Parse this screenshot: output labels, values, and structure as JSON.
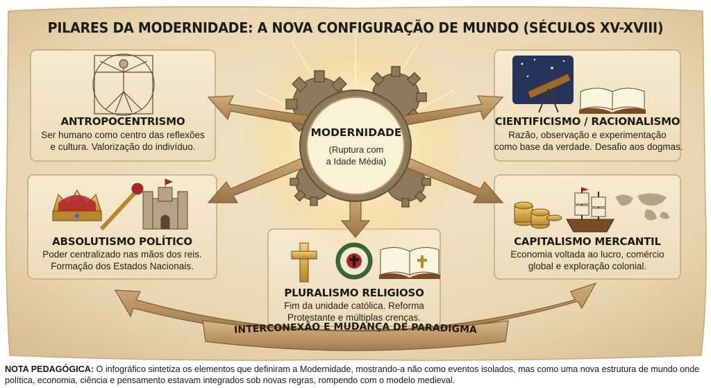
{
  "title": "PILARES DA MODERNIDADE: A NOVA CONFIGURAÇÃO DE MUNDO (SÉCULOS XV-XVIII)",
  "center": {
    "title": "MODERNIDADE",
    "subtitle_line1": "(Ruptura com",
    "subtitle_line2": "a Idade Média)"
  },
  "pillars": {
    "antropocentrismo": {
      "title": "ANTROPOCENTRISMO",
      "line1": "Ser humano como centro das reflexões",
      "line2": "e cultura. Valorização do indivíduo."
    },
    "cientificismo": {
      "title": "CIENTIFICISMO / RACIONALISMO",
      "line1": "Razão, observação e experimentação",
      "line2": "como base da verdade. Desafio aos dogmas."
    },
    "absolutismo": {
      "title": "ABSOLUTISMO POLÍTICO",
      "line1": "Poder centralizado nas mãos dos reis.",
      "line2": "Formação dos Estados Nacionais."
    },
    "capitalismo": {
      "title": "CAPITALISMO MERCANTIL",
      "line1": "Economia voltada ao lucro, comércio",
      "line2": "global e exploração colonial."
    },
    "pluralismo": {
      "title": "PLURALISMO RELIGIOSO",
      "line1": "Fim da unidade católica. Reforma",
      "line2": "Protestante e múltiplas crenças."
    }
  },
  "bottom_arrow_label": "INTERCONEXÃO E MUDANÇA DE PARADIGMA",
  "note": {
    "label": "NOTA PEDAGÓGICA:",
    "text": "O infográfico sintetiza os elementos que definiram a Modernidade, mostrando-a não como eventos isolados, mas como uma nova estrutura de mundo onde política, economia, ciência e pensamento estavam integrados sob novas regras, rompendo com o modelo medieval."
  },
  "colors": {
    "parchment": "#ecdcbb",
    "panel": "#f3e6c8",
    "arrow": "#b08a5c",
    "gear": "#8a7758",
    "glow": "#fff4cf",
    "text": "#1e1c18"
  }
}
